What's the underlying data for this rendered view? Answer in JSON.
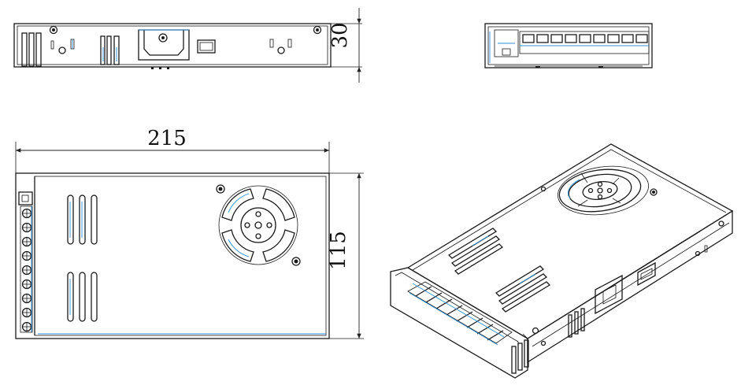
{
  "dimensions": {
    "length": "215",
    "width": "115",
    "height": "30"
  },
  "colors": {
    "line": "#1a1a1a",
    "accent": "#2f8fd6",
    "background": "#ffffff"
  }
}
